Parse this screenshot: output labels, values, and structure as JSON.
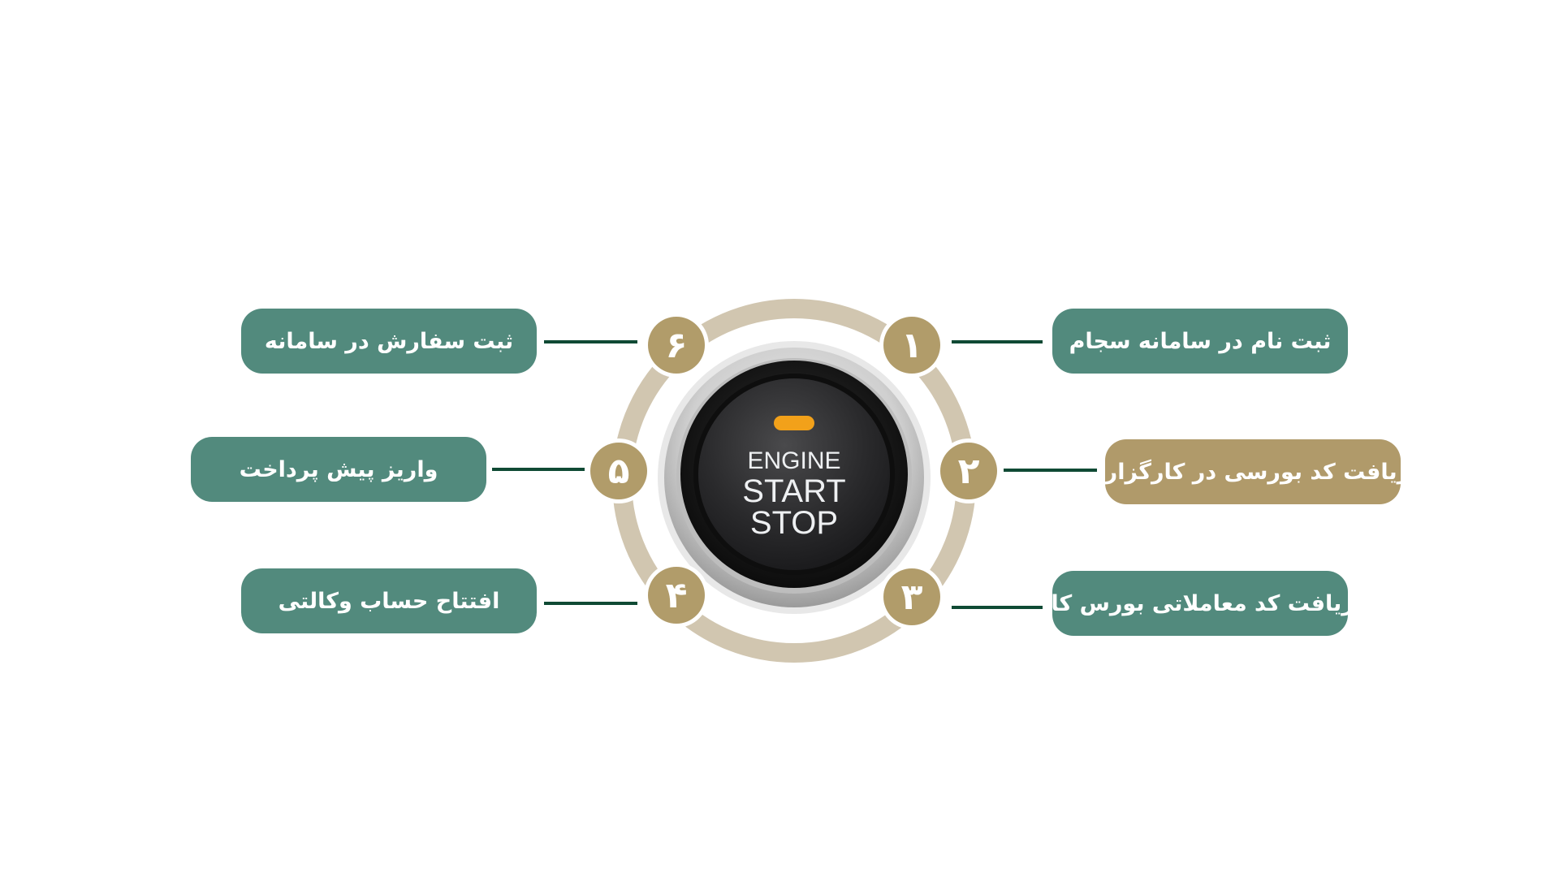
{
  "colors": {
    "pill_green": "#528a7d",
    "pill_gold": "#b09a6a",
    "badge_gold": "#b19c6a",
    "ring_beige": "#d1c6b0",
    "connector": "#0f4a34",
    "indicator": "#f2a11a"
  },
  "button": {
    "icon": "engine-start-stop-button",
    "line1": "ENGINE",
    "line2": "START",
    "line3": "STOP"
  },
  "steps": [
    {
      "number": "۱",
      "label": "ثبت نام در سامانه سجام"
    },
    {
      "number": "۲",
      "label": "دریافت کد بورسی در کارگزاری"
    },
    {
      "number": "۳",
      "label": "دریافت کد معاملاتی بورس کالا"
    },
    {
      "number": "۴",
      "label": "افتتاح حساب وکالتی"
    },
    {
      "number": "۵",
      "label": "واریز پیش پرداخت"
    },
    {
      "number": "۶",
      "label": "ثبت سفارش در سامانه"
    }
  ]
}
